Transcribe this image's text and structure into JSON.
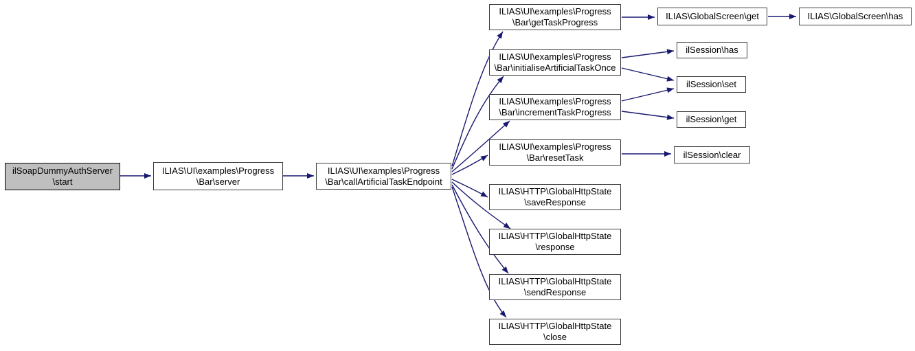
{
  "diagram": {
    "type": "call-graph",
    "colors": {
      "edge": "#191970",
      "node_fill": "#ffffff",
      "node_border": "#3c3c3c",
      "highlight_node_fill": "#bfbfbf",
      "text": "#000000"
    },
    "nodes": {
      "start": {
        "lines": [
          "ilSoapDummyAuthServer",
          "\\start"
        ],
        "highlighted": true
      },
      "server": {
        "lines": [
          "ILIAS\\UI\\examples\\Progress",
          "\\Bar\\server"
        ]
      },
      "callEndpoint": {
        "lines": [
          "ILIAS\\UI\\examples\\Progress",
          "\\Bar\\callArtificialTaskEndpoint"
        ]
      },
      "getTaskProgress": {
        "lines": [
          "ILIAS\\UI\\examples\\Progress",
          "\\Bar\\getTaskProgress"
        ]
      },
      "initialiseArtificialTaskOnce": {
        "lines": [
          "ILIAS\\UI\\examples\\Progress",
          "\\Bar\\initialiseArtificialTaskOnce"
        ]
      },
      "incrementTaskProgress": {
        "lines": [
          "ILIAS\\UI\\examples\\Progress",
          "\\Bar\\incrementTaskProgress"
        ]
      },
      "resetTask": {
        "lines": [
          "ILIAS\\UI\\examples\\Progress",
          "\\Bar\\resetTask"
        ]
      },
      "saveResponse": {
        "lines": [
          "ILIAS\\HTTP\\GlobalHttpState",
          "\\saveResponse"
        ]
      },
      "response": {
        "lines": [
          "ILIAS\\HTTP\\GlobalHttpState",
          "\\response"
        ]
      },
      "sendResponse": {
        "lines": [
          "ILIAS\\HTTP\\GlobalHttpState",
          "\\sendResponse"
        ]
      },
      "close": {
        "lines": [
          "ILIAS\\HTTP\\GlobalHttpState",
          "\\close"
        ]
      },
      "globalscreenGet": {
        "lines": [
          "ILIAS\\GlobalScreen\\get"
        ]
      },
      "globalscreenHas": {
        "lines": [
          "ILIAS\\GlobalScreen\\has"
        ]
      },
      "ilsessionHas": {
        "lines": [
          "ilSession\\has"
        ]
      },
      "ilsessionSet": {
        "lines": [
          "ilSession\\set"
        ]
      },
      "ilsessionGet": {
        "lines": [
          "ilSession\\get"
        ]
      },
      "ilsessionClear": {
        "lines": [
          "ilSession\\clear"
        ]
      }
    },
    "edges": [
      {
        "from": "start",
        "to": "server"
      },
      {
        "from": "server",
        "to": "callEndpoint"
      },
      {
        "from": "callEndpoint",
        "to": "getTaskProgress"
      },
      {
        "from": "callEndpoint",
        "to": "initialiseArtificialTaskOnce"
      },
      {
        "from": "callEndpoint",
        "to": "incrementTaskProgress"
      },
      {
        "from": "callEndpoint",
        "to": "resetTask"
      },
      {
        "from": "callEndpoint",
        "to": "saveResponse"
      },
      {
        "from": "callEndpoint",
        "to": "response"
      },
      {
        "from": "callEndpoint",
        "to": "sendResponse"
      },
      {
        "from": "callEndpoint",
        "to": "close"
      },
      {
        "from": "getTaskProgress",
        "to": "globalscreenGet"
      },
      {
        "from": "globalscreenGet",
        "to": "globalscreenHas"
      },
      {
        "from": "initialiseArtificialTaskOnce",
        "to": "ilsessionHas"
      },
      {
        "from": "initialiseArtificialTaskOnce",
        "to": "ilsessionSet"
      },
      {
        "from": "incrementTaskProgress",
        "to": "ilsessionSet"
      },
      {
        "from": "incrementTaskProgress",
        "to": "ilsessionGet"
      },
      {
        "from": "resetTask",
        "to": "ilsessionClear"
      }
    ]
  }
}
